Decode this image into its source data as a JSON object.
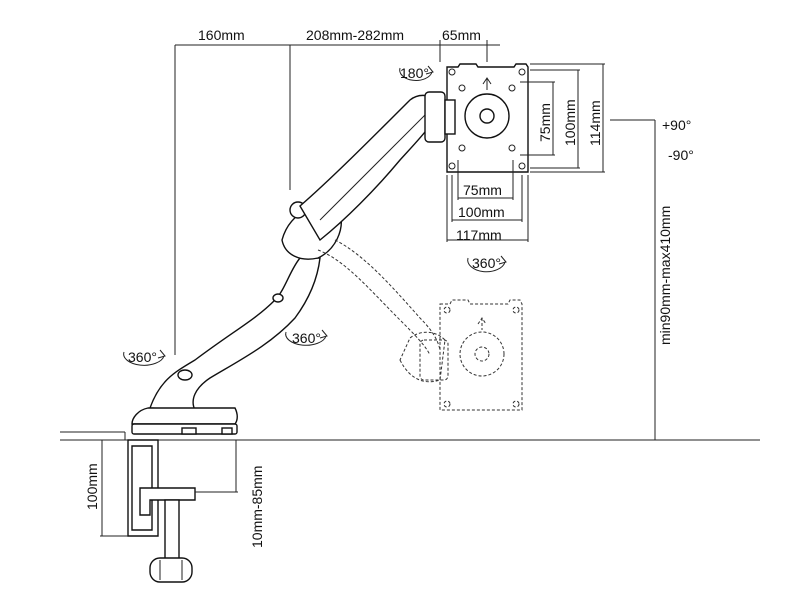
{
  "dimensions": {
    "arm_reach": "160mm",
    "forearm_reach": "208mm-282mm",
    "plate_offset": "65mm",
    "vesa_75_vertical": "75mm",
    "vesa_100_vertical": "100mm",
    "plate_height": "114mm",
    "vesa_75_horizontal": "75mm",
    "vesa_100_horizontal": "100mm",
    "plate_width": "117mm",
    "height_range": "min90mm-max410mm",
    "clamp_height": "100mm",
    "desk_thickness": "10mm-85mm"
  },
  "rotations": {
    "pan_top": "180°",
    "plate_swivel": "360°",
    "arm_joint": "360°",
    "base": "360°"
  },
  "tilt": {
    "up": "+90°",
    "down": "-90°"
  }
}
